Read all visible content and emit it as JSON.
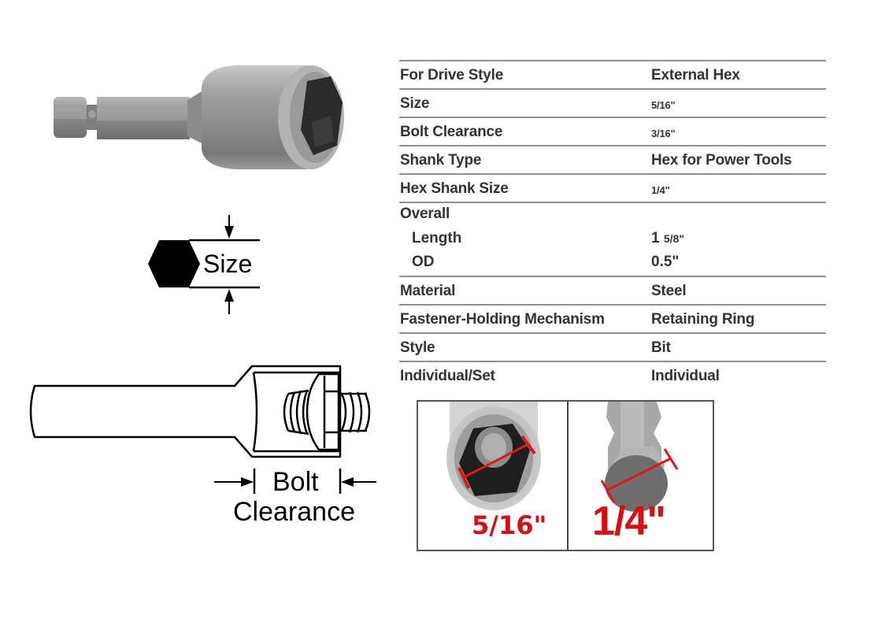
{
  "product_photo": {
    "alt": "Magnetic nut driver bit with hex shank"
  },
  "size_diagram": {
    "label": "Size",
    "icon": "hexagon-icon"
  },
  "bolt_diagram": {
    "label_line1": "Bolt",
    "label_line2": "Clearance"
  },
  "spec_table": {
    "rows": [
      {
        "label": "For Drive Style",
        "value": "External Hex"
      },
      {
        "label": "Size",
        "value": "5/16\""
      },
      {
        "label": "Bolt Clearance",
        "value": "3/16\""
      },
      {
        "label": "Shank Type",
        "value": "Hex for Power Tools"
      },
      {
        "label": "Hex Shank Size",
        "value": "1/4\""
      },
      {
        "label": "Overall",
        "value": ""
      },
      {
        "label": "Material",
        "value": "Steel"
      },
      {
        "label": "Fastener-Holding Mechanism",
        "value": "Retaining Ring"
      },
      {
        "label": "Style",
        "value": "Bit"
      },
      {
        "label": "Individual/Set",
        "value": "Individual"
      }
    ],
    "overall": {
      "length_label": "Length",
      "length_whole": "1",
      "length_frac": "5/8\"",
      "od_label": "OD",
      "od_value": "0.5\""
    }
  },
  "photos": {
    "socket_caption": "5/16\"",
    "shank_caption": "1/4\"",
    "accent_color": "#d50f14"
  }
}
